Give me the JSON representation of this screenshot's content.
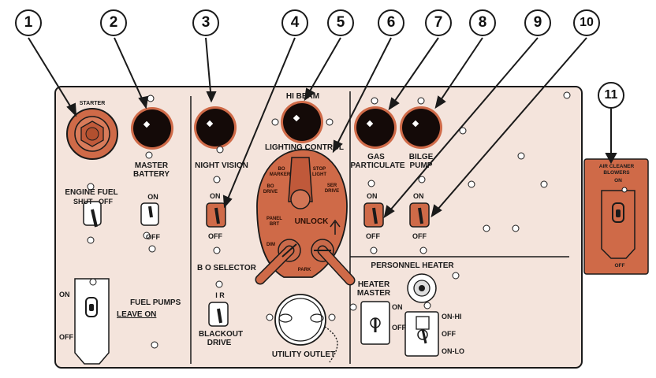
{
  "callouts": [
    "1",
    "2",
    "3",
    "4",
    "5",
    "6",
    "7",
    "8",
    "9",
    "10",
    "11"
  ],
  "labels": {
    "starter": "STARTER",
    "master_battery_1": "MASTER",
    "master_battery_2": "BATTERY",
    "on": "ON",
    "off": "OFF",
    "engine_fuel": "ENGINE FUEL",
    "shut": "SHUT",
    "fuel_pumps": "FUEL PUMPS",
    "leave_on": "LEAVE ON",
    "night_vision": "NIGHT VISION",
    "bo_selector": "B O SELECTOR",
    "ir": "I R",
    "blackout_1": "BLACKOUT",
    "blackout_2": "DRIVE",
    "hi_beam": "HI BEAM",
    "lighting_control": "LIGHTING CONTROL",
    "bo_marker_1": "BO",
    "bo_marker_2": "MARKER",
    "bo_drive_1": "BO",
    "bo_drive_2": "DRIVE",
    "stop_light_1": "STOP",
    "stop_light_2": "LIGHT",
    "ser_drive_1": "SER",
    "ser_drive_2": "DRIVE",
    "unlock": "UNLOCK",
    "panel_brt_1": "PANEL",
    "panel_brt_2": "BRT",
    "dim": "DIM",
    "park": "PARK",
    "utility_outlet": "UTILITY OUTLET",
    "gas_particulate_1": "GAS",
    "gas_particulate_2": "PARTICULATE",
    "bilge_pump_1": "BILGE",
    "bilge_pump_2": "PUMP",
    "personnel_heater": "PERSONNEL HEATER",
    "heater_master_1": "HEATER",
    "heater_master_2": "MASTER",
    "on_hi": "ON-HI",
    "on_lo": "ON-LO",
    "air_cleaner_1": "AIR CLEANER",
    "air_cleaner_2": "BLOWERS"
  },
  "colors": {
    "panel": "#f4e4dc",
    "outline": "#1a1a1a",
    "accent": "#cf6a48",
    "accent_dark": "#9a4125",
    "lamp": "#140a08"
  }
}
